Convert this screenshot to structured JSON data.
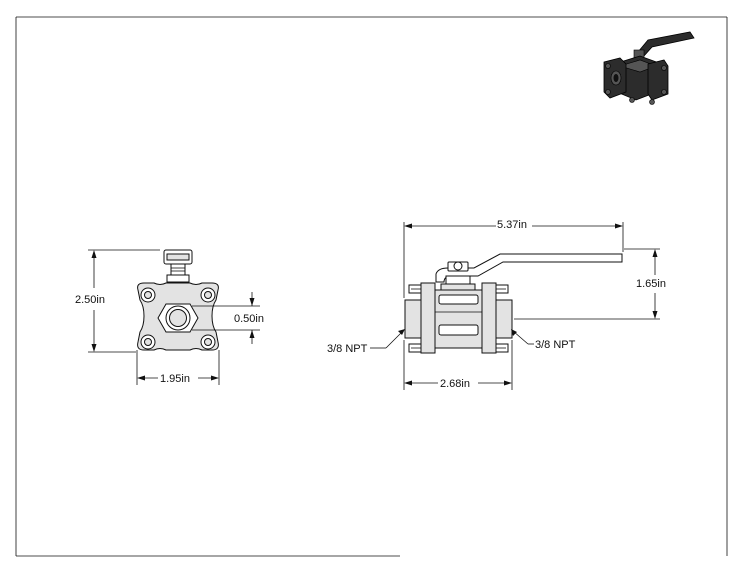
{
  "dimensions": {
    "front_height": "2.50in",
    "front_port": "0.50in",
    "front_width": "1.95in",
    "side_overall_length": "5.37in",
    "side_handle_height": "1.65in",
    "side_body_length": "2.68in",
    "thread_left": "3/8 NPT",
    "thread_right": "3/8 NPT"
  },
  "colors": {
    "line": "#111111",
    "part_fill": "#e3e3e3",
    "iso_dark": "#2c2c2c"
  }
}
